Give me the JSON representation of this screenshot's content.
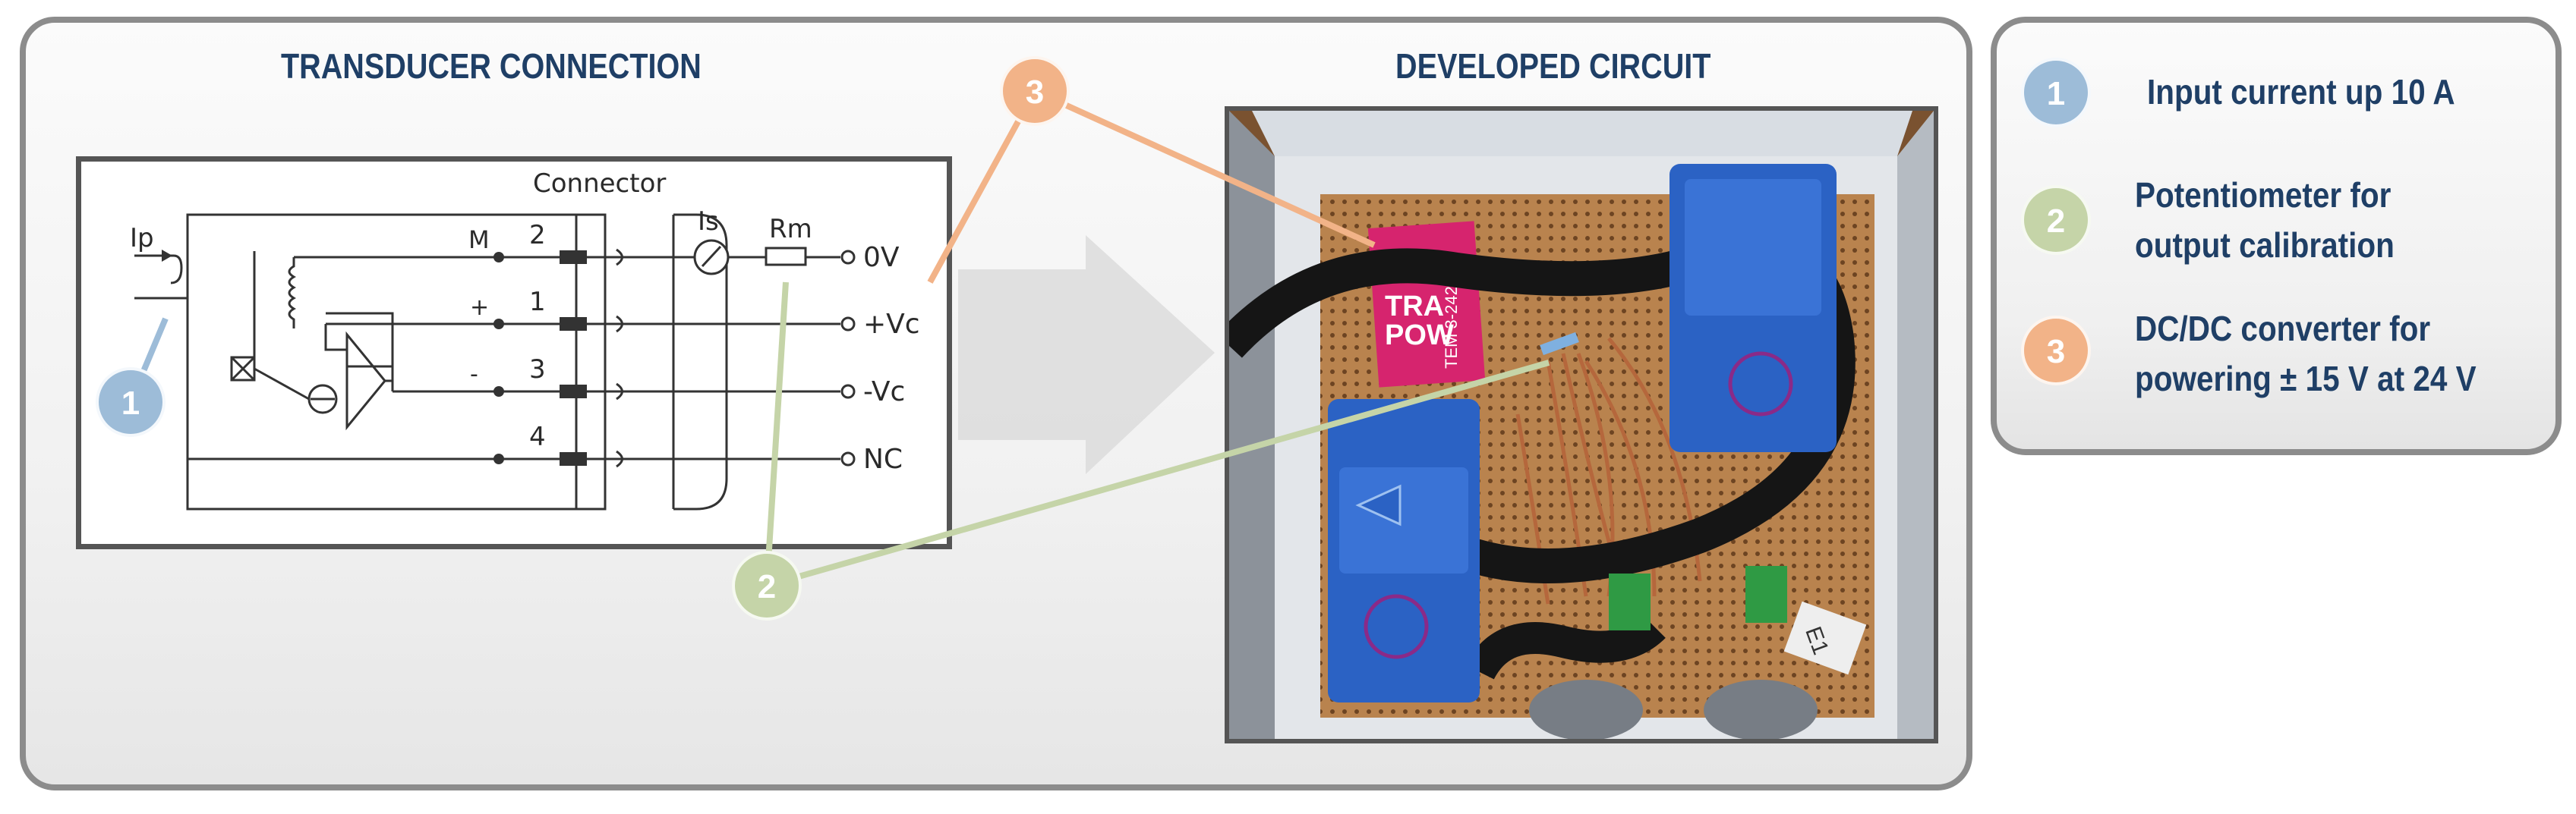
{
  "left_panel": {
    "title": "TRANSDUCER CONNECTION",
    "connector_label": "Connector",
    "current_in_label": "Ip",
    "current_out_label": "Is",
    "resistor_label": "Rm",
    "pin_labels": [
      "M",
      "+",
      "-"
    ],
    "pin_numbers": [
      "2",
      "1",
      "3",
      "4"
    ],
    "terminals": [
      "0V",
      "+Vc",
      "-Vc",
      "NC"
    ]
  },
  "right_panel": {
    "title": "DEVELOPED CIRCUIT",
    "converter_text": [
      "TRA",
      "POW",
      "TEM 3-242"
    ],
    "label_text": "E1"
  },
  "legend": {
    "items": [
      {
        "number": "1",
        "color": "#9dbcd8",
        "lines": [
          "Input current up 10 A"
        ]
      },
      {
        "number": "2",
        "color": "#c5d4a8",
        "lines": [
          "Potentiometer for",
          "output calibration"
        ]
      },
      {
        "number": "3",
        "color": "#f2b388",
        "lines": [
          "DC/DC converter for",
          "powering ± 15 V at 24 V"
        ]
      }
    ]
  },
  "markers": [
    {
      "number": "1",
      "color": "#9dbcd8"
    },
    {
      "number": "2",
      "color": "#c5d4a8"
    },
    {
      "number": "3",
      "color": "#f2b388"
    }
  ]
}
